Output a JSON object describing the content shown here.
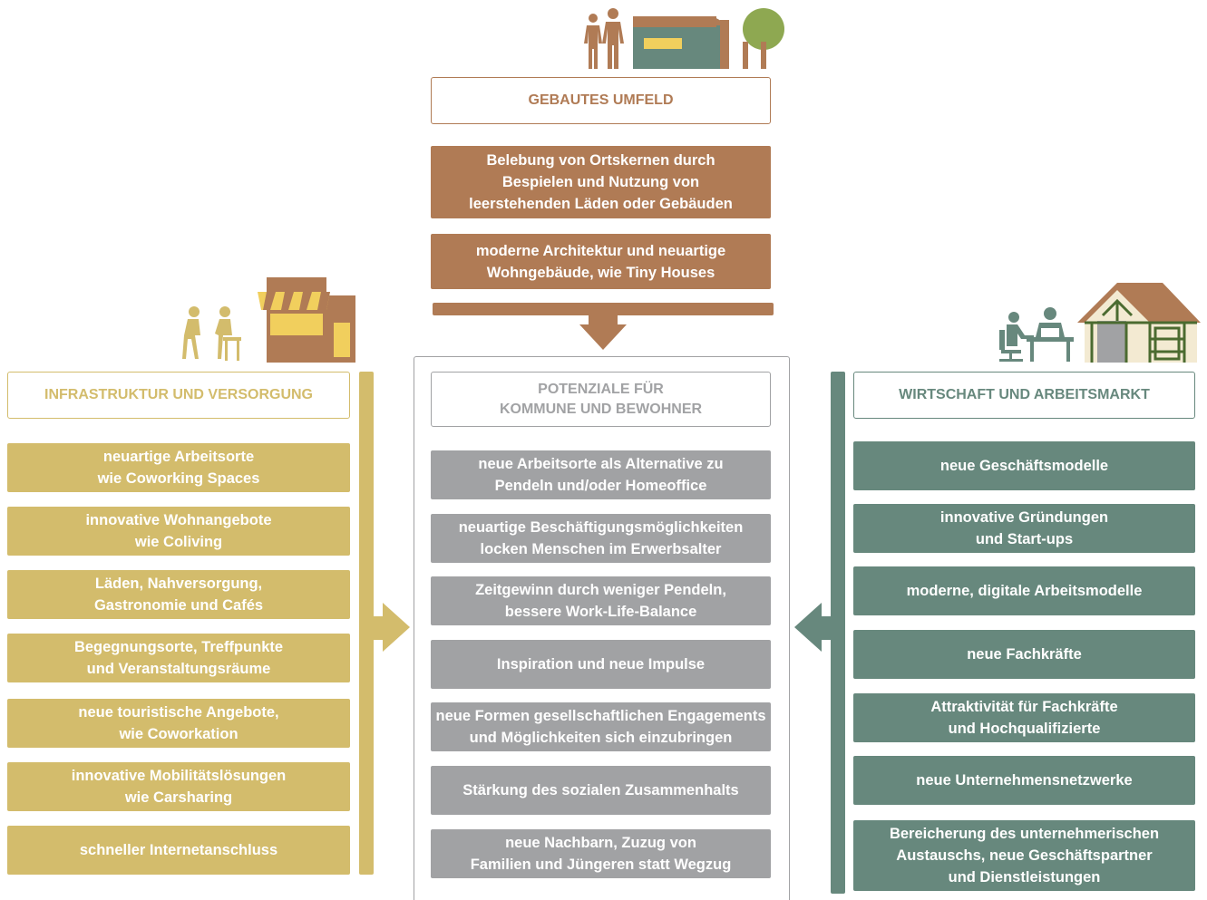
{
  "colors": {
    "top": "#b07b55",
    "left": "#d3bc6c",
    "middle": "#a1a2a4",
    "right": "#67887d"
  },
  "top": {
    "header": "GEBAUTES UMFELD",
    "items": [
      "Belebung von Ortskernen durch\nBespielen und Nutzung von\nleerstehenden Läden oder Gebäuden",
      "moderne Architektur und neuartige\nWohngebäude, wie Tiny Houses"
    ]
  },
  "left": {
    "header": "INFRASTRUKTUR UND VERSORGUNG",
    "items": [
      "neuartige Arbeitsorte\nwie Coworking Spaces",
      "innovative Wohnangebote\nwie Coliving",
      "Läden, Nahversorgung,\nGastronomie und Cafés",
      "Begegnungsorte, Treffpunkte\nund Veranstaltungsräume",
      "neue touristische Angebote,\nwie Coworkation",
      "innovative Mobilitätslösungen\nwie Carsharing",
      "schneller Internetanschluss"
    ]
  },
  "middle": {
    "header": "POTENZIALE FÜR\nKOMMUNE UND BEWOHNER",
    "items": [
      "neue Arbeitsorte als Alternative zu\nPendeln und/oder Homeoffice",
      "neuartige Beschäftigungsmöglichkeiten\nlocken Menschen im Erwerbsalter",
      "Zeitgewinn durch weniger Pendeln,\nbessere Work-Life-Balance",
      "Inspiration und neue Impulse",
      "neue Formen gesellschaftlichen Engagements\nund Möglichkeiten sich einzubringen",
      "Stärkung des sozialen Zusammenhalts",
      "neue Nachbarn, Zuzug von\nFamilien und Jüngeren statt Wegzug"
    ]
  },
  "right": {
    "header": "WIRTSCHAFT UND ARBEITSMARKT",
    "items": [
      "neue Geschäftsmodelle",
      "innovative Gründungen\nund Start-ups",
      "moderne, digitale Arbeitsmodelle",
      "neue Fachkräfte",
      "Attraktivität für Fachkräfte\nund Hochqualifizierte",
      "neue Unternehmensnetzwerke",
      "Bereicherung des unternehmerischen\nAustauschs, neue Geschäftspartner\nund Dienstleistungen"
    ]
  },
  "icons": {
    "top": "people-house-tree-icon",
    "left": "people-cafe-icon",
    "right": "people-office-house-icon"
  }
}
